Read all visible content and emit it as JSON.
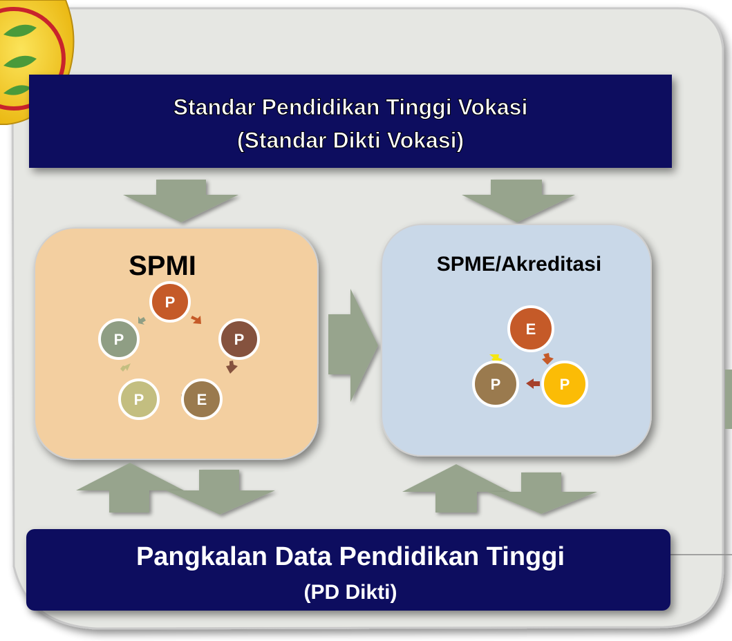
{
  "colors": {
    "panel_fill": "#e6e7e3",
    "banner_fill": "#0d0d5e",
    "spmi_fill": "#f3cfa0",
    "spme_fill": "#c9d8e8",
    "arrow_fill": "#97a48d",
    "logo_fill": "#f7d419",
    "logo_ring": "#c8232c",
    "leaf": "#4a9a3a"
  },
  "logo": {
    "icon": "leaf-emblem-logo"
  },
  "top_banner": {
    "line1": "Standar Pendidikan Tinggi Vokasi",
    "line2": "(Standar Dikti Vokasi)"
  },
  "spmi": {
    "title": "SPMI",
    "nodes": [
      {
        "label": "P",
        "color": "#c55a28"
      },
      {
        "label": "P",
        "color": "#85523e"
      },
      {
        "label": "E",
        "color": "#9a7a4e"
      },
      {
        "label": "P",
        "color": "#c3be80"
      },
      {
        "label": "P",
        "color": "#8f9e84"
      }
    ]
  },
  "spme": {
    "title": "SPME/Akreditasi",
    "nodes": [
      {
        "label": "E",
        "color": "#c55a28"
      },
      {
        "label": "P",
        "color": "#fbbc06"
      },
      {
        "label": "P",
        "color": "#9a7a4e"
      }
    ]
  },
  "bottom_banner": {
    "line1": "Pangkalan Data Pendidikan Tinggi",
    "line2": "(PD Dikti)"
  }
}
